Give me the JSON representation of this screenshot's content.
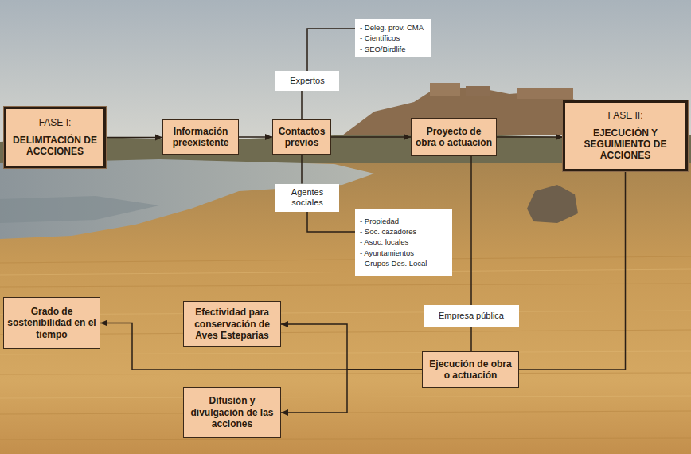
{
  "diagram": {
    "nodes": [
      {
        "text": [
          "FASE I:",
          "DELIMITACIÓN DE ACCCIONES"
        ]
      },
      {
        "text": [
          "Información preexistente"
        ]
      },
      {
        "text": [
          "Contactos previos"
        ]
      },
      {
        "text": [
          "Proyecto de obra o actuación"
        ]
      },
      {
        "text": [
          "FASE II:",
          "EJECUCIÓN Y SEGUIMIENTO DE ACCIONES"
        ]
      },
      {
        "text": [
          "Expertos"
        ]
      },
      {
        "text": [
          "- Deleg. prov. CMA",
          "- Científicos",
          "- SEO/Birdlife"
        ]
      },
      {
        "text": [
          "Agentes sociales"
        ]
      },
      {
        "text": [
          "- Propiedad",
          "- Soc. cazadores",
          "- Asoc. locales",
          "- Ayuntamientos",
          "- Grupos Des. Local"
        ]
      },
      {
        "text": [
          "Empresa pública"
        ]
      },
      {
        "text": [
          "Ejecución de obra o actuación"
        ]
      },
      {
        "text": [
          "Efectividad para conservación de Aves Esteparias"
        ]
      },
      {
        "text": [
          "Grado de sostenibilidad en el tiempo"
        ]
      },
      {
        "text": [
          "Difusión y divulgación de las acciones"
        ]
      }
    ],
    "edges": [
      {
        "from": 0,
        "to": 1,
        "arrow": "to"
      },
      {
        "from": 1,
        "to": 2,
        "arrow": "to"
      },
      {
        "from": 2,
        "to": 3,
        "arrow": "to"
      },
      {
        "from": 3,
        "to": 4,
        "arrow": "to"
      },
      {
        "from": 2,
        "to": 5,
        "arrow": "none"
      },
      {
        "from": 5,
        "to": 6,
        "arrow": "none"
      },
      {
        "from": 2,
        "to": 7,
        "arrow": "none"
      },
      {
        "from": 7,
        "to": 8,
        "arrow": "none"
      },
      {
        "from": 3,
        "to": 9,
        "arrow": "none"
      },
      {
        "from": 9,
        "to": 10,
        "arrow": "none"
      },
      {
        "from": 4,
        "to": 10,
        "arrow": "none"
      },
      {
        "from": 10,
        "to": 12,
        "arrow": "to"
      },
      {
        "from": 10,
        "to": 11,
        "arrow": "to"
      },
      {
        "from": 10,
        "to": 13,
        "arrow": "to"
      }
    ]
  }
}
